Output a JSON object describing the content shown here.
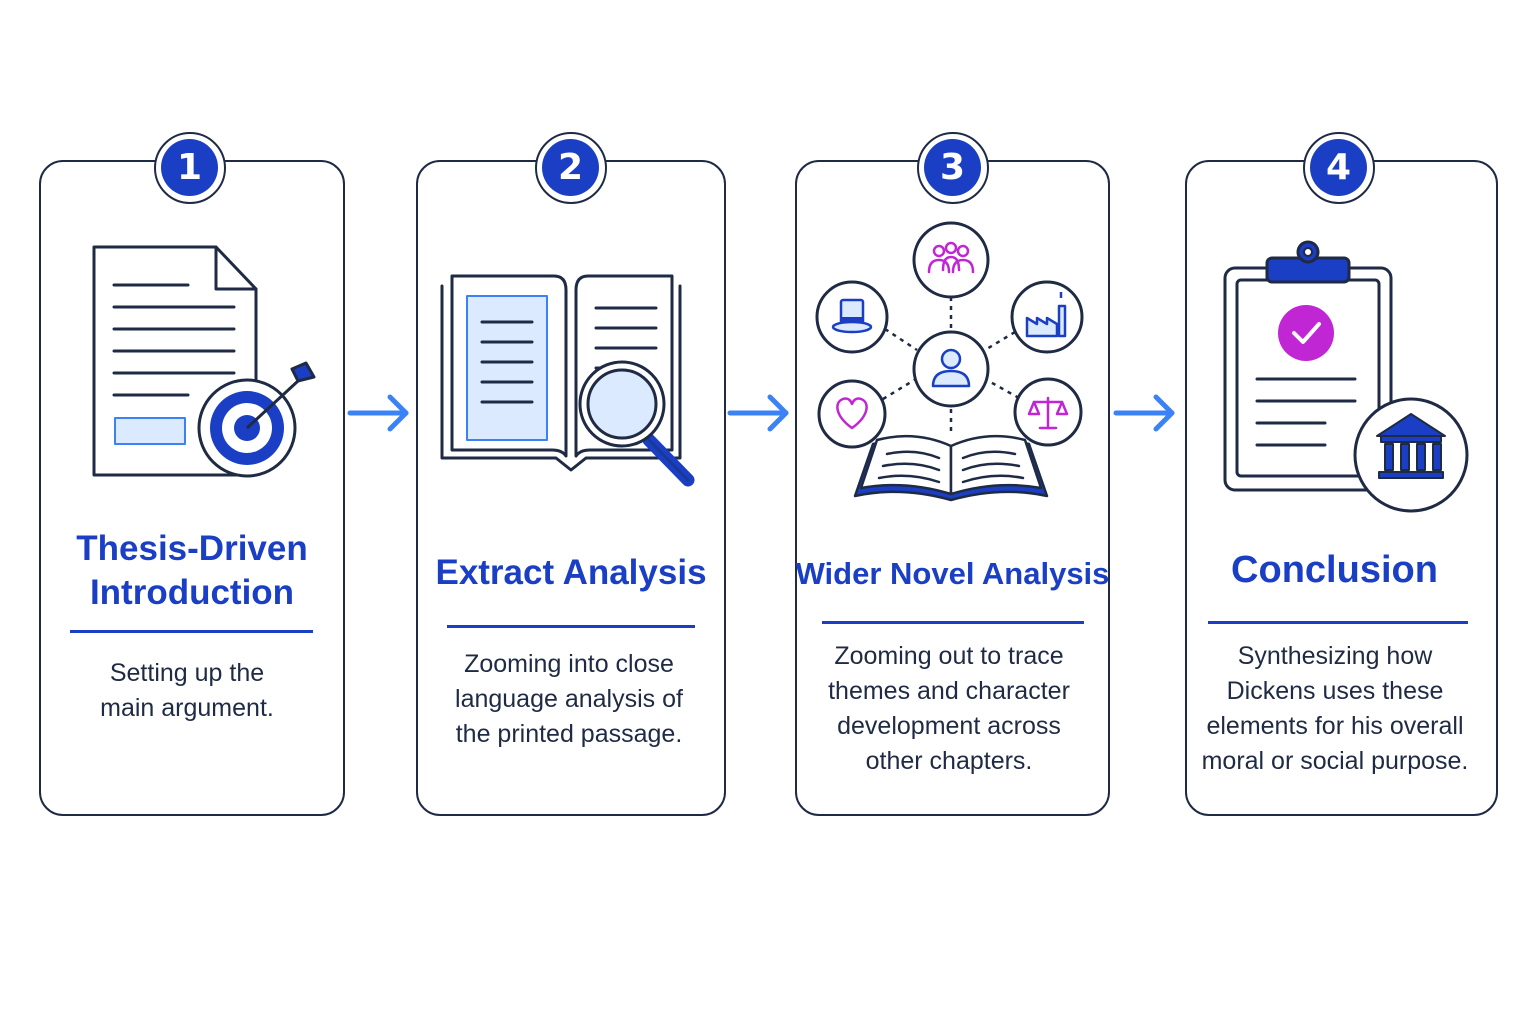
{
  "steps": [
    {
      "number": "1",
      "title_line1": "Thesis-Driven",
      "title_line2": "Introduction",
      "desc_line1": "Setting up the",
      "desc_line2": "main argument."
    },
    {
      "number": "2",
      "title_line1": "Extract Analysis",
      "desc_line1": "Zooming into close",
      "desc_line2": "language analysis of",
      "desc_line3": "the printed passage."
    },
    {
      "number": "3",
      "title_line1": "Wider Novel Analysis",
      "desc_line1": "Zooming out to trace",
      "desc_line2": "themes and character",
      "desc_line3": "development across",
      "desc_line4": "other chapters."
    },
    {
      "number": "4",
      "title_line1": "Conclusion",
      "desc_line1": "Synthesizing how",
      "desc_line2": "Dickens uses these",
      "desc_line3": "elements for his overall",
      "desc_line4": "moral or social purpose."
    }
  ],
  "icons": {
    "step1": [
      "document-icon",
      "target-icon",
      "arrow-icon"
    ],
    "step2": [
      "open-book-icon",
      "magnifying-glass-icon"
    ],
    "step3": [
      "open-book-icon",
      "person-icon",
      "group-icon",
      "top-hat-icon",
      "factory-icon",
      "heart-icon",
      "scales-icon"
    ],
    "step4": [
      "clipboard-icon",
      "checkmark-icon",
      "institution-icon"
    ]
  },
  "colors": {
    "accent": "#1a3fc4",
    "arrow": "#3b82f6",
    "outline": "#1f2a44",
    "highlight": "#dbeafe",
    "magenta": "#c026d3"
  }
}
